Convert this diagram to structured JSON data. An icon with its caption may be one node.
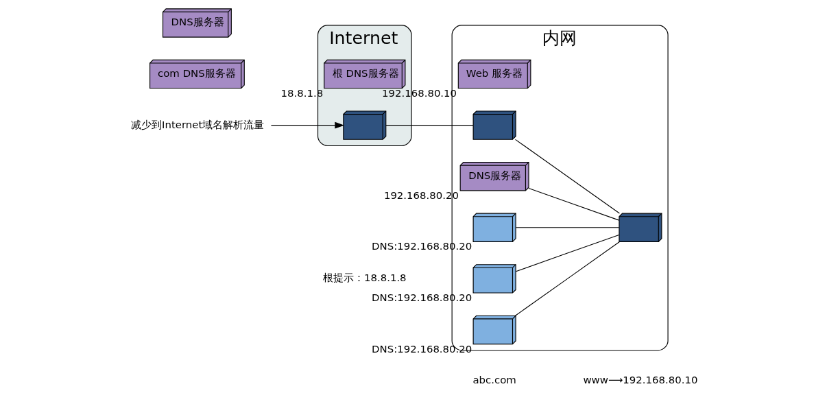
{
  "diagram": {
    "nodes": [
      {
        "text": [
          "Internet"
        ]
      },
      {
        "text": [
          "根 DNS服务器"
        ],
        "beside": [
          "18.8.1.8"
        ],
        "in": 0
      },
      {
        "text": [
          "com DNS服务器"
        ]
      },
      {
        "text": [
          "DNS服务器"
        ]
      },
      {
        "text": [],
        "shape": "picture",
        "in": 0
      },
      {
        "text": [
          "内网"
        ]
      },
      {
        "text": [
          "Web 服务器"
        ],
        "beside": [
          "192.168.80.10"
        ],
        "in": 5
      },
      {
        "text": [
          "DNS服务器"
        ],
        "beside": [
          "192.168.80.20"
        ],
        "in": 5
      },
      {
        "text": [],
        "shape": "picture",
        "in": 5
      },
      {
        "text": [],
        "shape": "picture",
        "in": 5
      },
      {
        "text": [],
        "shape": "picture",
        "beside": [
          "DNS:192.168.80.20"
        ],
        "in": 5
      },
      {
        "text": [],
        "shape": "picture",
        "beside": [
          "DNS:192.168.80.20"
        ],
        "in": 5
      },
      {
        "text": [],
        "shape": "picture",
        "beside": [
          "DNS:192.168.80.20"
        ],
        "in": 5
      },
      {
        "text": [
          "减少到Internet域名解析流量"
        ]
      }
    ],
    "edges": [
      {
        "from": 4,
        "to": 8,
        "arrow": "none"
      },
      {
        "from": 8,
        "to": 9,
        "arrow": "none"
      },
      {
        "from": 7,
        "to": 9,
        "arrow": "none"
      },
      {
        "from": 10,
        "to": 9,
        "arrow": "none"
      },
      {
        "from": 11,
        "to": 9,
        "arrow": "none"
      },
      {
        "from": 12,
        "to": 9,
        "arrow": "none"
      },
      {
        "from": 13,
        "to": 4,
        "arrow": "to"
      }
    ],
    "labels": [
      "根提示：18.8.1.8",
      "abc.com",
      "www⟶192.168.80.10"
    ]
  }
}
